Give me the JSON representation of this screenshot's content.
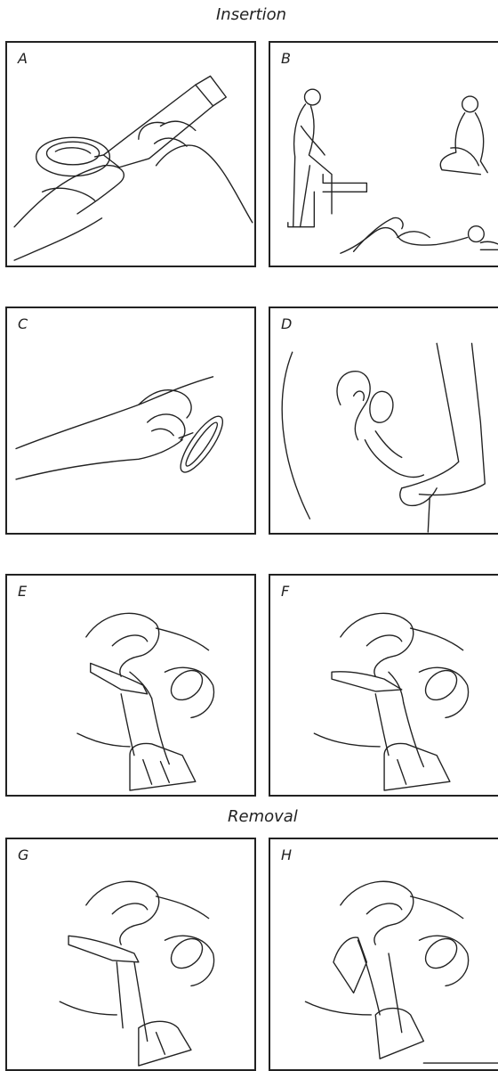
{
  "sections": {
    "insertion": "Insertion",
    "removal": "Removal"
  },
  "panels": [
    {
      "letter": "A"
    },
    {
      "letter": "B"
    },
    {
      "letter": "C"
    },
    {
      "letter": "D"
    },
    {
      "letter": "E"
    },
    {
      "letter": "F"
    },
    {
      "letter": "G"
    },
    {
      "letter": "H"
    }
  ]
}
